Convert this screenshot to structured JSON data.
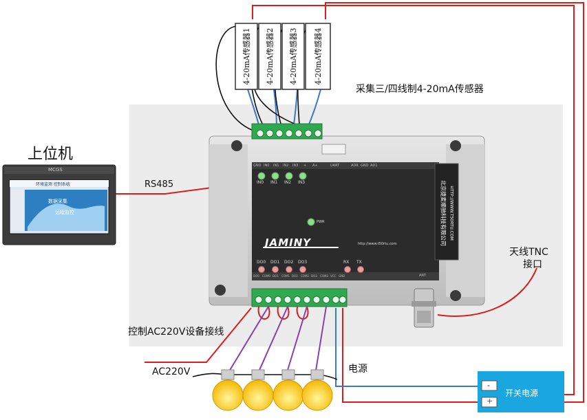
{
  "sensors": [
    {
      "label": "4-20mA传感器1"
    },
    {
      "label": "4-20mA传感器2"
    },
    {
      "label": "4-20mA传感器3"
    },
    {
      "label": "4-20mA传感器4"
    }
  ],
  "labels": {
    "sensor_caption": "采集三/四线制4-20mA传感器",
    "host": "上位机",
    "rs485": "RS485",
    "antenna_line1": "天线TNC",
    "antenna_line2": "接口",
    "control_caption": "控制AC220V设备接线",
    "ac220v": "AC220V",
    "power": "电源",
    "psu": "开关电源",
    "psu_minus": "-",
    "psu_plus": "+"
  },
  "hmi": {
    "brand": "MCGS",
    "banner": "环境监测 控制系统",
    "screen_text_1": "数据采集",
    "screen_text_2": "远程监控"
  },
  "device": {
    "top_pins": [
      "GND",
      "IN0",
      "IN1",
      "IN2",
      "IN3",
      "+",
      "A+"
    ],
    "uart_label": "UART",
    "top_right_pins": [
      "ADR",
      "GND",
      "AD1"
    ],
    "inputs": [
      "IN0",
      "IN1",
      "IN2",
      "IN3"
    ],
    "pwr_label": "PWR",
    "brand": "JAMINY",
    "url": "http://www.t50rtu.com",
    "side_line1": "北京捷麦顺驰科技有限公司",
    "side_line2": "HTTP://WWW.T50RTU.COM",
    "outputs": [
      "DO0",
      "DO1",
      "DO2",
      "DO3"
    ],
    "rx": "RX",
    "tx": "TX",
    "ant_label": "ANT",
    "bottom_pins": [
      "DO0",
      "COM0",
      "DO1",
      "COM1",
      "DO2",
      "COM2",
      "DO3",
      "COM3",
      "VCC",
      "GND"
    ],
    "colors": {
      "panel": "#2b2b2b",
      "terminal": "#2fa84f",
      "led_green": "#8fdc8f",
      "led_red": "#e5a0a0",
      "wire_red": "#e11a1a",
      "wire_blue": "#3a78c8",
      "wire_purple": "#8a3fb0",
      "psu_fill": "#1aa7e0"
    }
  }
}
